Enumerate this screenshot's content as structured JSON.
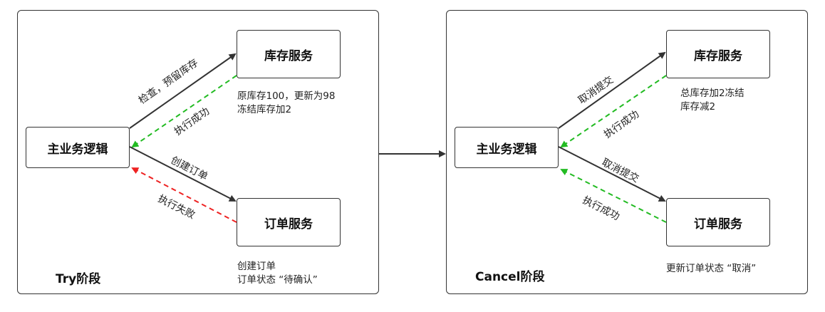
{
  "try_phase": {
    "title": "Try阶段",
    "main_logic": "主业务逻辑",
    "inventory_service": "库存服务",
    "order_service": "订单服务",
    "edge_check_reserve": "检查，预留库存",
    "edge_inventory_success": "执行成功",
    "edge_create_order": "创建订单",
    "edge_order_failed": "执行失败",
    "inventory_note": [
      "原库存100，更新为98",
      "冻结库存加2"
    ],
    "order_note": [
      "创建订单",
      "订单状态  “待确认”"
    ]
  },
  "cancel_phase": {
    "title": "Cancel阶段",
    "main_logic": "主业务逻辑",
    "inventory_service": "库存服务",
    "order_service": "订单服务",
    "edge_cancel_inventory": "取消提交",
    "edge_inventory_success": "执行成功",
    "edge_cancel_order": "取消提交",
    "edge_order_success": "执行成功",
    "inventory_note": [
      "总库存加2冻结",
      "库存减2"
    ],
    "order_note": [
      "更新订单状态 “取消”"
    ]
  },
  "colors": {
    "request_arrow": "#333333",
    "success_arrow": "#22bb22",
    "failure_arrow": "#ee2222"
  }
}
